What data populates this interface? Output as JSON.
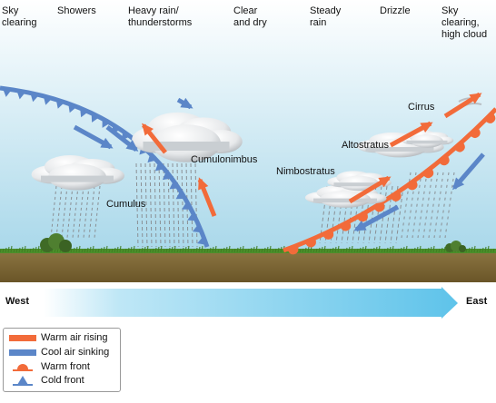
{
  "colors": {
    "warm": "#f26b3a",
    "cool": "#5b86c8",
    "sky_top": "#ffffff",
    "sky_bottom": "#a9d8ea",
    "ground": "#7a6634",
    "grass": "#4c8f2b",
    "arrow": "#6bc7ea"
  },
  "stages": [
    {
      "label": "Sky\nclearing"
    },
    {
      "label": "Showers"
    },
    {
      "label": "Heavy rain/\nthunderstorms"
    },
    {
      "label": "Clear\nand dry"
    },
    {
      "label": "Steady\nrain"
    },
    {
      "label": "Drizzle"
    },
    {
      "label": "Sky\nclearing,\nhigh cloud"
    }
  ],
  "clouds": [
    {
      "label": "Cumulus"
    },
    {
      "label": "Cumulonimbus"
    },
    {
      "label": "Nimbostratus"
    },
    {
      "label": "Altostratus"
    },
    {
      "label": "Cirrus"
    }
  ],
  "direction": {
    "west": "West",
    "east": "East"
  },
  "legend": [
    {
      "label": "Warm air rising",
      "icon": "warm-air-bar"
    },
    {
      "label": "Cool air sinking",
      "icon": "cool-air-bar"
    },
    {
      "label": "Warm front",
      "icon": "warm-front-semicircle"
    },
    {
      "label": "Cold front",
      "icon": "cold-front-triangle"
    }
  ]
}
